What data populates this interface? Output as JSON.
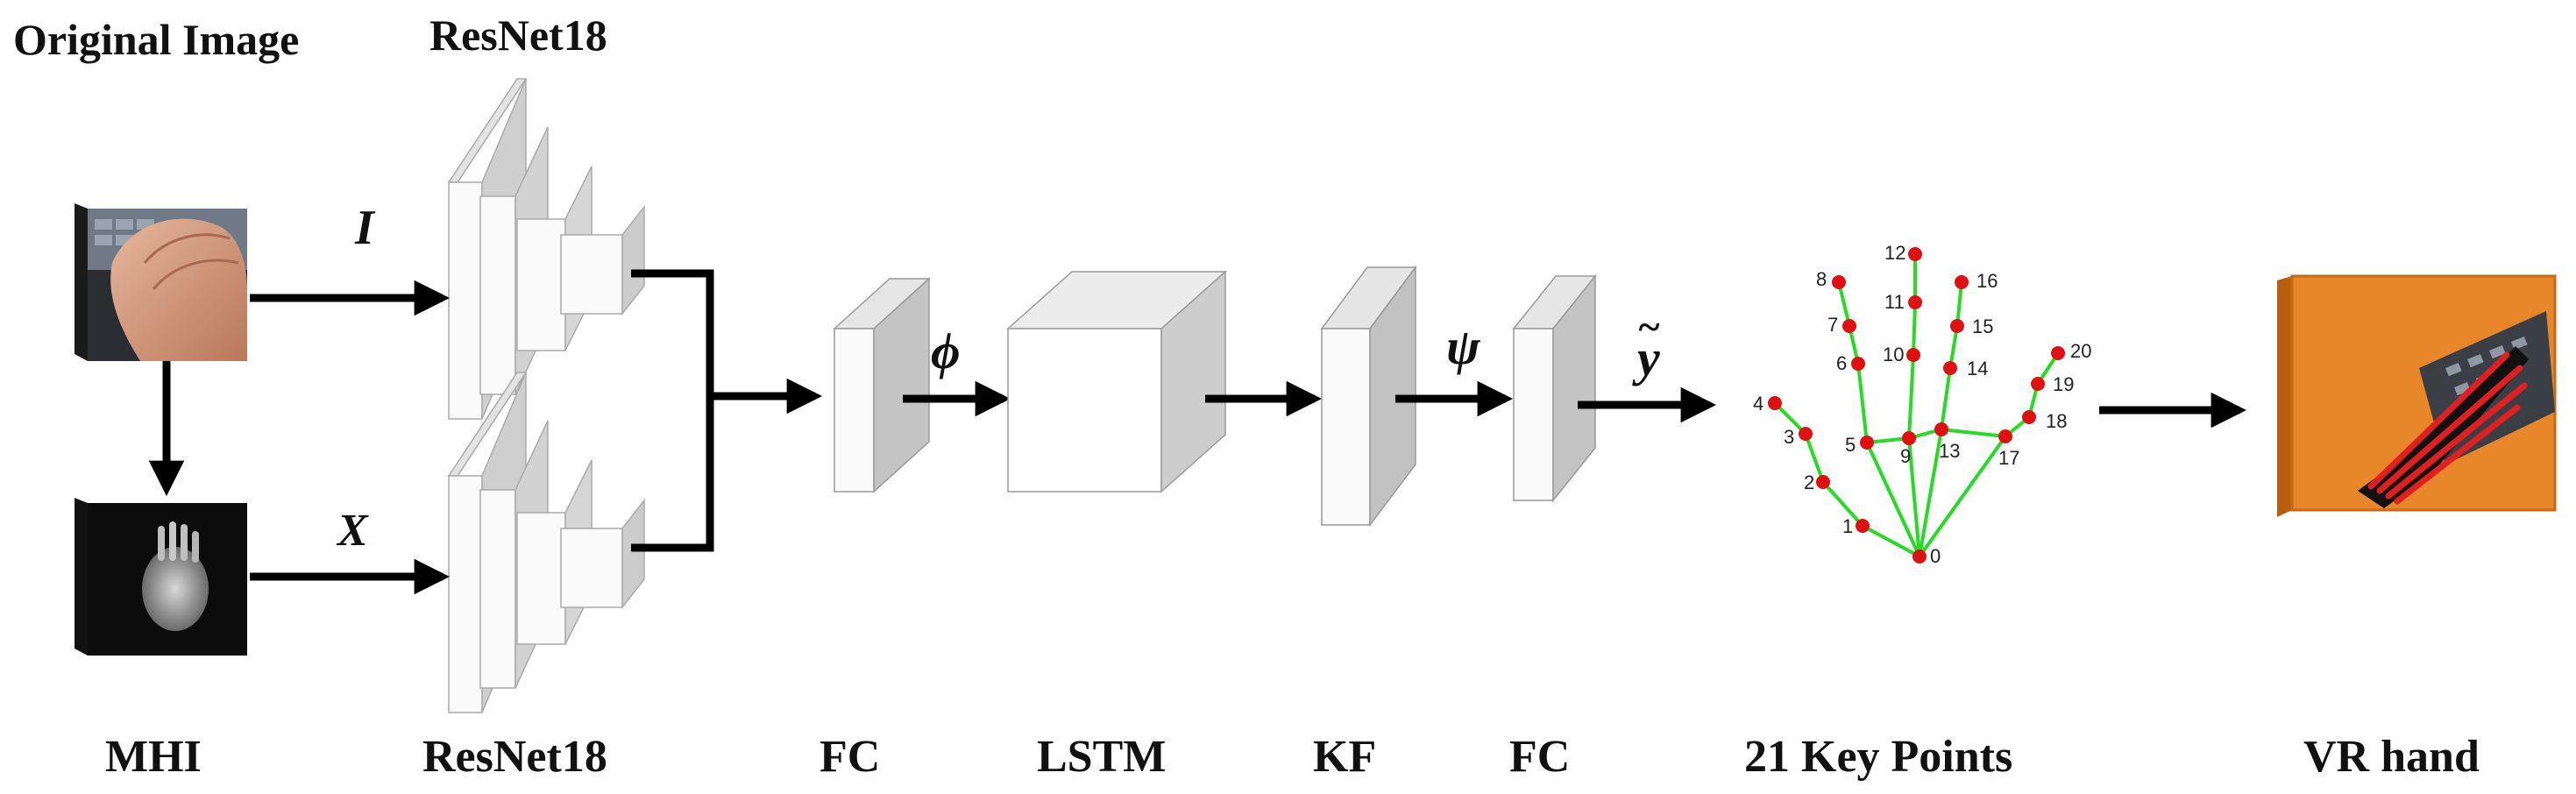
{
  "labels": {
    "original_image": "Original Image",
    "resnet_top": "ResNet18",
    "resnet_bottom": "ResNet18",
    "mhi": "MHI",
    "fc1": "FC",
    "lstm": "LSTM",
    "kf": "KF",
    "fc2": "FC",
    "keypoints": "21 Key Points",
    "vr_hand": "VR hand"
  },
  "symbols": {
    "input_image": "I",
    "input_mhi": "X",
    "phi": "ϕ",
    "psi": "ψ",
    "y_tilde": "y",
    "tilde": "~"
  },
  "keypoint_labels": [
    "0",
    "1",
    "2",
    "3",
    "4",
    "5",
    "6",
    "7",
    "8",
    "9",
    "10",
    "11",
    "12",
    "13",
    "14",
    "15",
    "16",
    "17",
    "18",
    "19",
    "20"
  ],
  "colors": {
    "arrow": "#000000",
    "block_face": "#ffffff",
    "block_side": "#c8c8c8",
    "block_edge": "#9a9a9a",
    "skeleton_line": "#22dd22",
    "keypoint_dot": "#e01010",
    "vr_board": "#e8862a",
    "vr_hand_bones": "#e02020"
  }
}
